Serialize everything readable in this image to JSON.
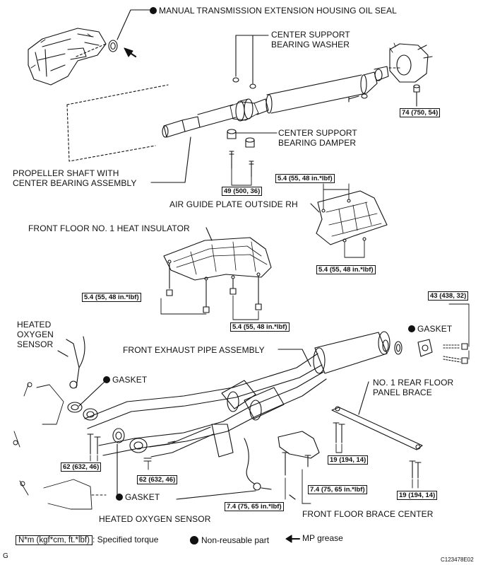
{
  "labels": {
    "manual_seal": "MANUAL TRANSMISSION EXTENSION HOUSING OIL SEAL",
    "csb_washer_1": "CENTER SUPPORT",
    "csb_washer_2": "BEARING WASHER",
    "csb_damper_1": "CENTER SUPPORT",
    "csb_damper_2": "BEARING DAMPER",
    "propeller_1": "PROPELLER SHAFT WITH",
    "propeller_2": "CENTER BEARING ASSEMBLY",
    "air_guide": "AIR GUIDE PLATE OUTSIDE RH",
    "floor_insulator": "FRONT FLOOR NO. 1 HEAT INSULATOR",
    "heated_o2_top_1": "HEATED",
    "heated_o2_top_2": "OXYGEN",
    "heated_o2_top_3": "SENSOR",
    "gasket_left": "GASKET",
    "front_exhaust": "FRONT EXHAUST PIPE ASSEMBLY",
    "gasket_right": "GASKET",
    "rear_brace_1": "NO. 1 REAR FLOOR",
    "rear_brace_2": "PANEL BRACE",
    "gasket_bottom": "GASKET",
    "heated_o2_bottom": "HEATED OXYGEN SENSOR",
    "floor_brace_center": "FRONT FLOOR BRACE CENTER"
  },
  "torques": {
    "t74": "74 (750, 54)",
    "t49": "49 (500, 36)",
    "t54_air_top": "5.4 (55, 48 in.*lbf)",
    "t54_air_bottom": "5.4 (55, 48 in.*lbf)",
    "t54_ins_left": "5.4 (55, 48 in.*lbf)",
    "t54_ins_right": "5.4 (55, 48 in.*lbf)",
    "t43": "43 (438, 32)",
    "t62_left": "62 (632, 46)",
    "t62_right": "62 (632, 46)",
    "t19_upper": "19 (194, 14)",
    "t19_lower": "19 (194, 14)",
    "t74_brace": "7.4 (75, 65 in.*lbf)",
    "t74_bottom": "7.4 (75, 65 in.*lbf)"
  },
  "legend": {
    "torque_unit": "N*m (kgf*cm, ft.*lbf)",
    "torque_text": ": Specified torque",
    "nonreusable": "Non-reusable part",
    "grease": "MP grease"
  },
  "footer": {
    "corner_letter": "G",
    "figure_id": "C123478E02"
  }
}
